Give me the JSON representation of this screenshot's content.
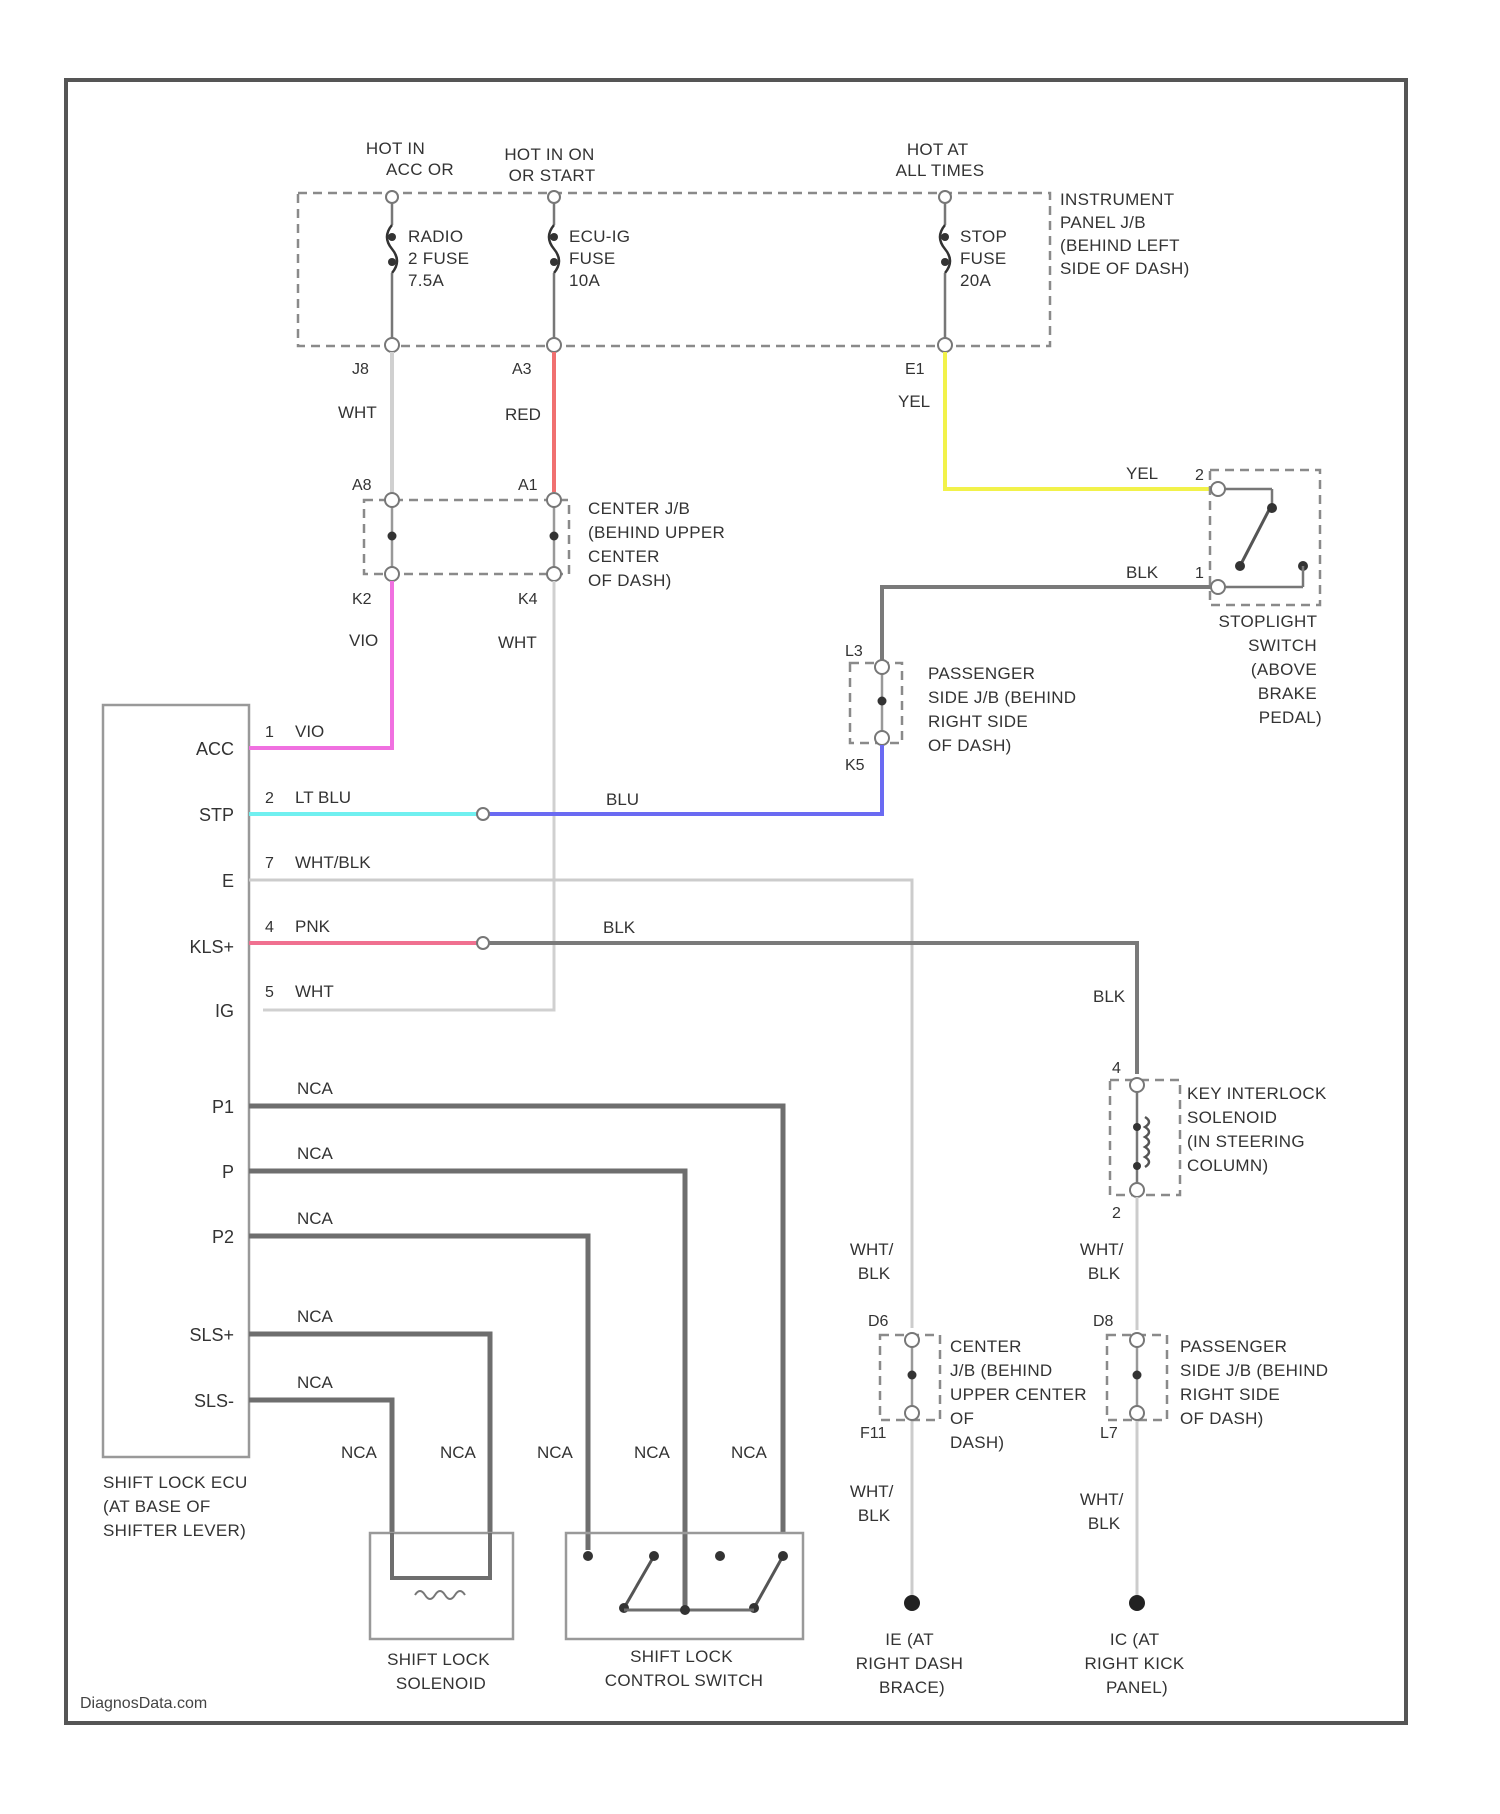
{
  "colors": {
    "WHT": "#d0d0d0",
    "RED": "#f07070",
    "YEL": "#f2f24a",
    "VIO": "#f070e0",
    "LT BLU": "#70f0f0",
    "BLU": "#6a6af2",
    "BLK": "#7a7a7a",
    "PNK": "#f07090",
    "WHT/BLK": "#cccccc",
    "NCA": "#6e6e6e",
    "BOX": "#888888",
    "TEXT": "#333333"
  },
  "power_labels": {
    "acc": [
      "HOT IN",
      "ACC OR"
    ],
    "run": [
      "HOT IN ON",
      "OR START"
    ],
    "always": [
      "HOT AT",
      "ALL TIMES"
    ]
  },
  "fuses": {
    "radio": [
      "RADIO",
      "2 FUSE",
      "7.5A"
    ],
    "ecu": [
      "ECU-IG",
      "FUSE",
      "10A"
    ],
    "stop": [
      "STOP",
      "FUSE",
      "20A"
    ]
  },
  "components": {
    "instrument_jb": [
      "INSTRUMENT",
      "PANEL J/B",
      "(BEHIND LEFT",
      "SIDE OF DASH)"
    ],
    "center_jb_top": [
      "CENTER J/B",
      "(BEHIND UPPER",
      "CENTER",
      "OF DASH)"
    ],
    "passenger_jb_top": [
      "PASSENGER",
      "SIDE J/B (BEHIND",
      "RIGHT SIDE",
      "OF DASH)"
    ],
    "stoplight_switch": [
      "STOPLIGHT",
      "SWITCH",
      "(ABOVE",
      "BRAKE",
      "PEDAL)"
    ],
    "key_interlock": [
      "KEY INTERLOCK",
      "SOLENOID",
      "(IN STEERING",
      "COLUMN)"
    ],
    "center_jb_bottom": [
      "CENTER",
      "J/B (BEHIND",
      "UPPER CENTER",
      "OF",
      "DASH)"
    ],
    "passenger_jb_bottom": [
      "PASSENGER",
      "SIDE J/B (BEHIND",
      "RIGHT SIDE",
      "OF DASH)"
    ],
    "shift_lock_ecu": [
      "SHIFT LOCK ECU",
      "(AT BASE OF",
      "SHIFTER LEVER)"
    ],
    "shift_lock_solenoid": [
      "SHIFT LOCK",
      "SOLENOID"
    ],
    "shift_lock_control_switch": [
      "SHIFT LOCK",
      "CONTROL SWITCH"
    ],
    "ground_ie": [
      "IE (AT",
      "RIGHT DASH",
      "BRACE)"
    ],
    "ground_ic": [
      "IC (AT",
      "RIGHT KICK",
      "PANEL)"
    ]
  },
  "connector_ids": {
    "j8": "J8",
    "a3": "A3",
    "e1": "E1",
    "a8": "A8",
    "a1": "A1",
    "k2": "K2",
    "k4": "K4",
    "l3": "L3",
    "k5": "K5",
    "d6": "D6",
    "f11": "F11",
    "d8": "D8",
    "l7": "L7"
  },
  "pin_numbers": {
    "stoplight_2": "2",
    "stoplight_1": "1",
    "ecu_acc": "1",
    "ecu_stp": "2",
    "ecu_e": "7",
    "ecu_kls": "4",
    "ecu_ig": "5",
    "interlock_4": "4",
    "interlock_2": "2"
  },
  "wire_labels": {
    "wht_j8": "WHT",
    "red_a3": "RED",
    "yel_e1": "YEL",
    "yel_sw": "YEL",
    "blk_sw": "BLK",
    "vio_k2": "VIO",
    "wht_k4": "WHT",
    "acc": "VIO",
    "stp": "LT BLU",
    "blu": "BLU",
    "e": "WHT/BLK",
    "kls": "PNK",
    "blk_kls": "BLK",
    "ig": "WHT",
    "blk_down": "BLK",
    "p1": "NCA",
    "p": "NCA",
    "p2": "NCA",
    "sls_p": "NCA",
    "sls_m": "NCA",
    "sol_l": "NCA",
    "sol_r": "NCA",
    "sw_1": "NCA",
    "sw_2": "NCA",
    "sw_3": "NCA",
    "whtblk_1": [
      "WHT/",
      "BLK"
    ],
    "whtblk_2": [
      "WHT/",
      "BLK"
    ],
    "whtblk_3": [
      "WHT/",
      "BLK"
    ],
    "whtblk_4": [
      "WHT/",
      "BLK"
    ]
  },
  "ecu_terminals": [
    "ACC",
    "STP",
    "E",
    "KLS+",
    "IG",
    "P1",
    "P",
    "P2",
    "SLS+",
    "SLS-"
  ],
  "watermark": "DiagnosData.com"
}
